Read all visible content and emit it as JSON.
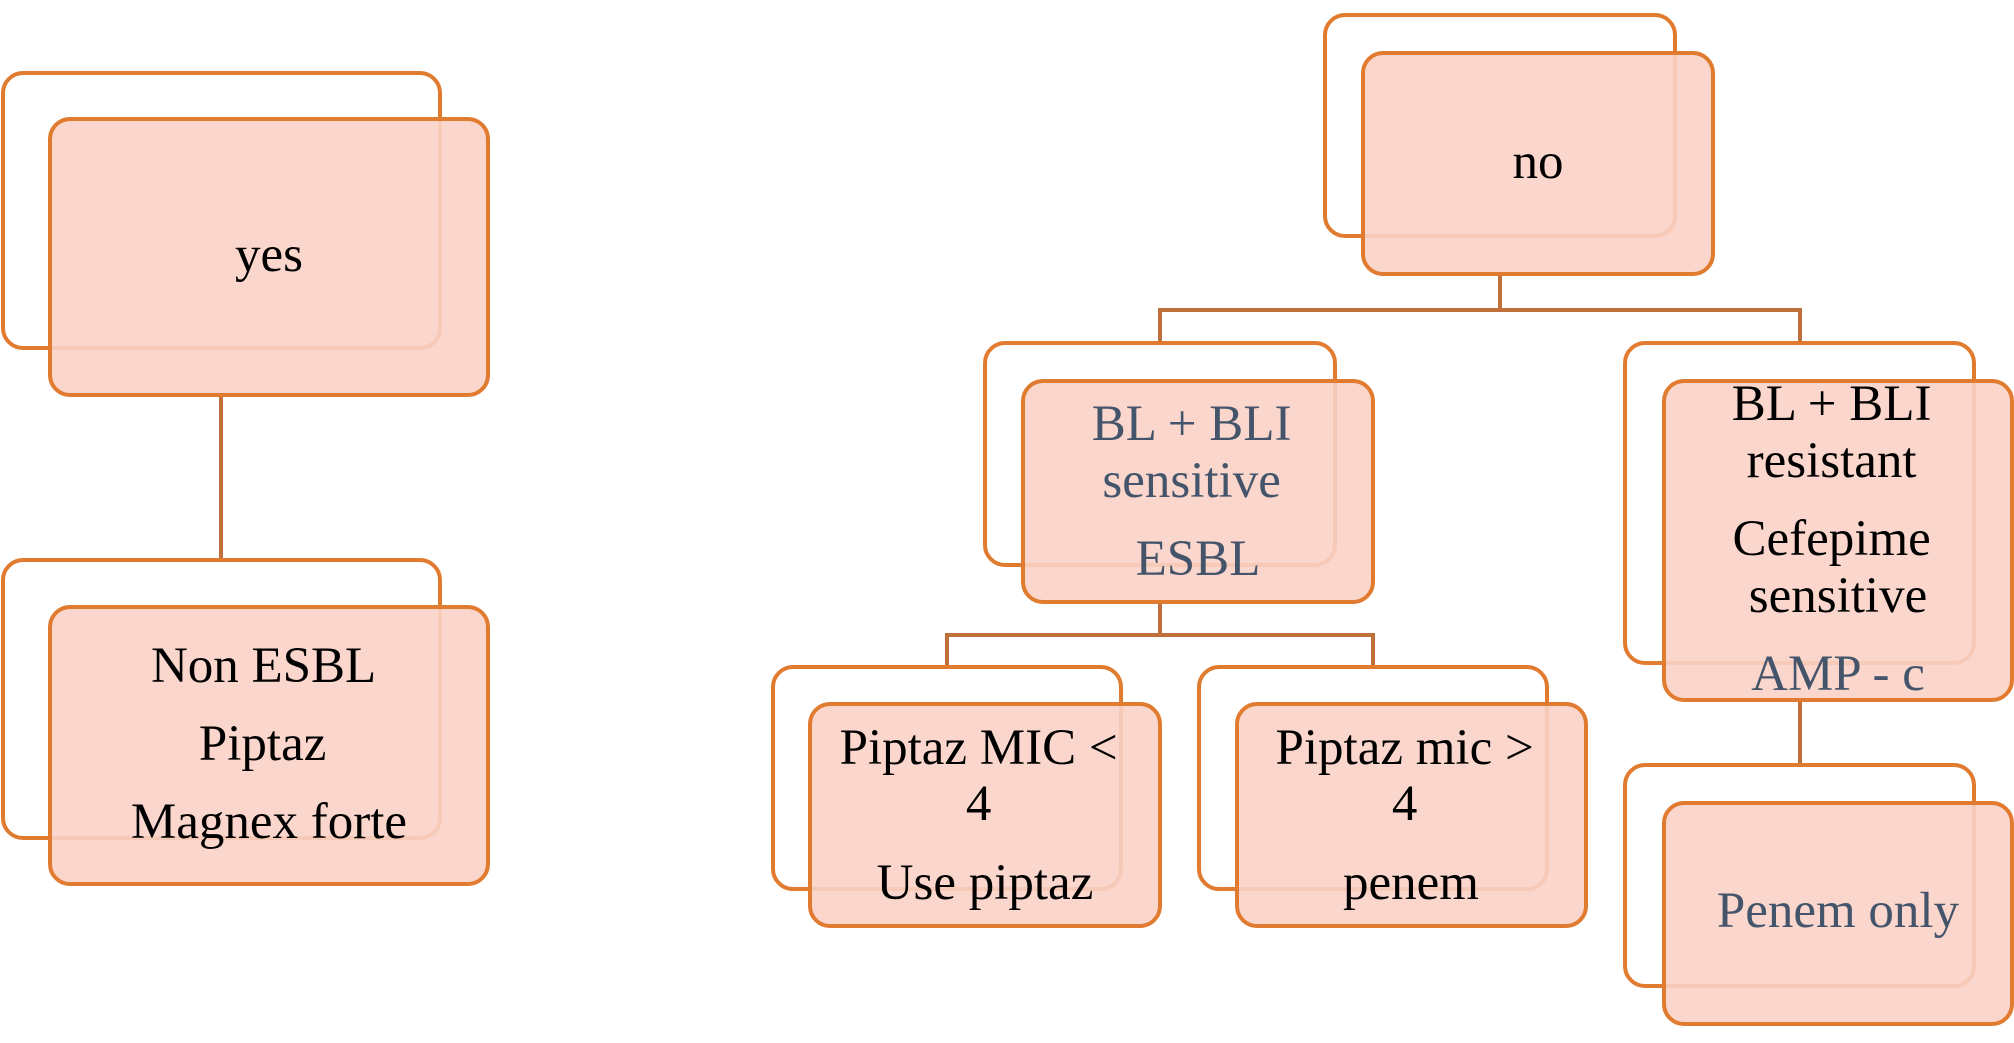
{
  "colors": {
    "box_border": "#e07b30",
    "box_fill": "#f9d1c6",
    "connector": "#c0703a",
    "text_dark": "#000000",
    "text_slate": "#44546a"
  },
  "nodes": {
    "yes": {
      "lines": [
        "yes"
      ]
    },
    "non_esbl": {
      "lines": [
        "Non ESBL",
        "Piptaz",
        "Magnex forte"
      ]
    },
    "no": {
      "lines": [
        "no"
      ]
    },
    "bl_bli_sensitive": {
      "lines": [
        "BL + BLI",
        "sensitive",
        "ESBL"
      ]
    },
    "bl_bli_resistant": {
      "lines_dark": [
        "BL + BLI",
        "resistant",
        "Cefepime",
        "sensitive"
      ],
      "lines_slate": [
        "AMP - c"
      ]
    },
    "piptaz_mic_lt": {
      "lines": [
        "Piptaz MIC <",
        "4",
        "Use piptaz"
      ]
    },
    "piptaz_mic_gt": {
      "lines": [
        "Piptaz mic >",
        "4",
        "penem"
      ]
    },
    "penem_only": {
      "lines": [
        "Penem only"
      ]
    }
  }
}
